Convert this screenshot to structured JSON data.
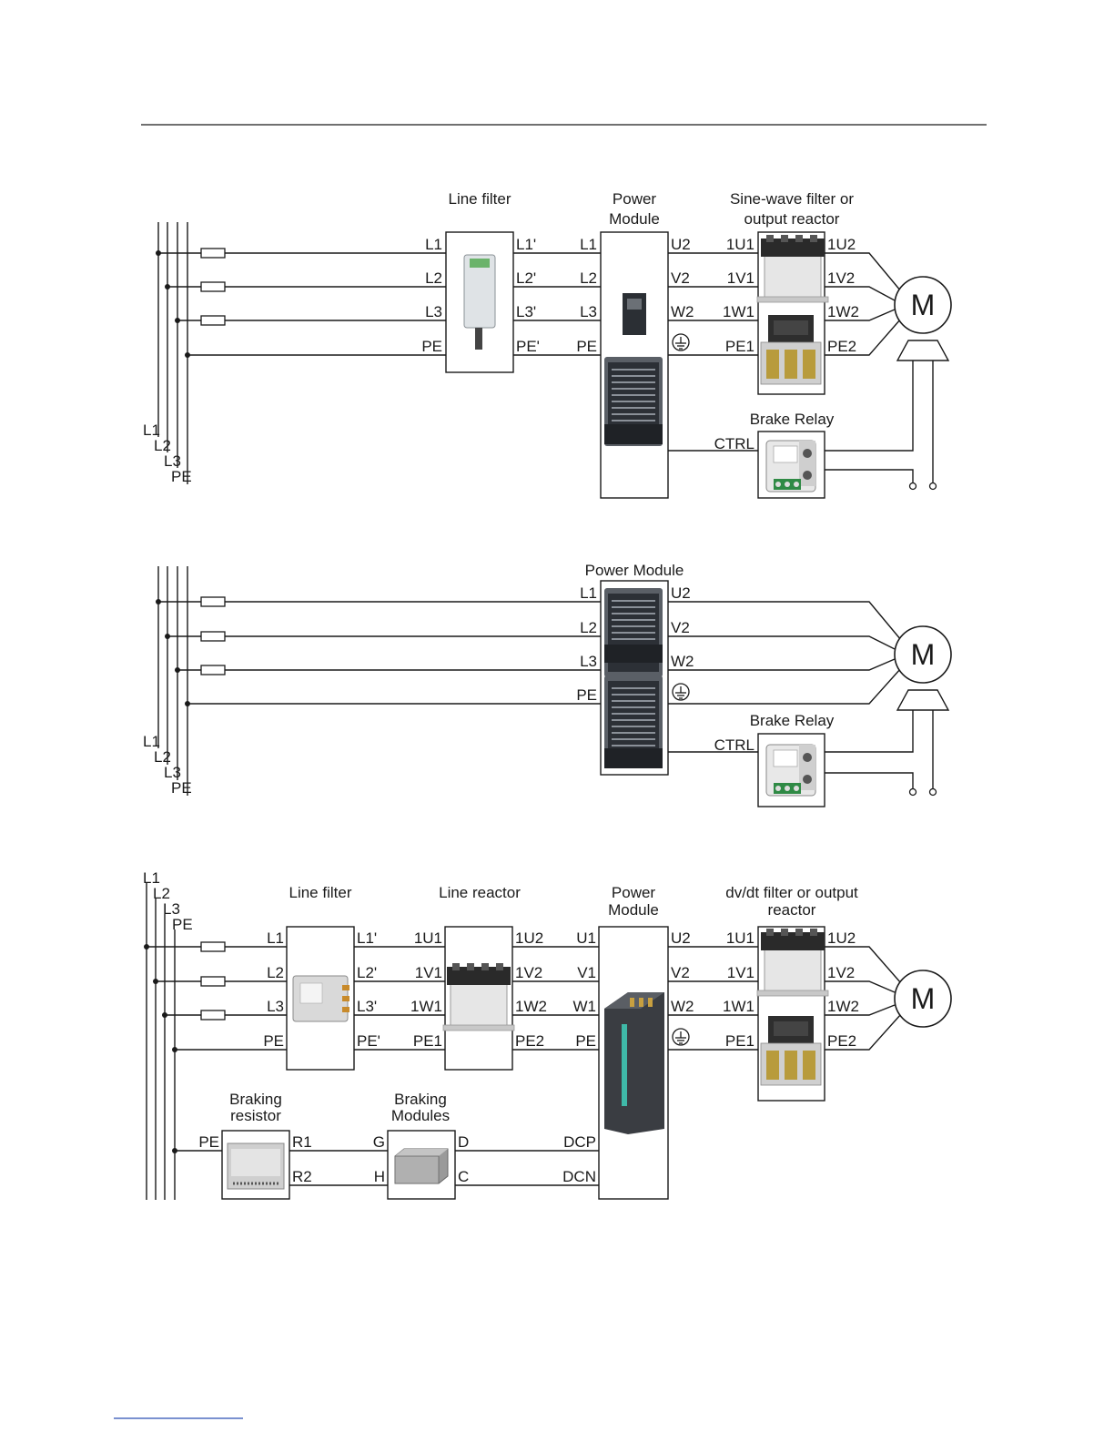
{
  "d1": {
    "line_filter": "Line filter",
    "pm_title": [
      "Power",
      "Module"
    ],
    "sine_title": [
      "Sine-wave filter or",
      "output reactor"
    ],
    "brake_relay": "Brake Relay",
    "lf_in": [
      "L1",
      "L2",
      "L3",
      "PE"
    ],
    "lf_out": [
      "L1'",
      "L2'",
      "L3'",
      "PE'"
    ],
    "pm_in": [
      "L1",
      "L2",
      "L3",
      "PE"
    ],
    "pm_out": [
      "U2",
      "V2",
      "W2"
    ],
    "sf_in": [
      "1U1",
      "1V1",
      "1W1",
      "PE1"
    ],
    "sf_out": [
      "1U2",
      "1V2",
      "1W2",
      "PE2"
    ],
    "ctrl": "CTRL",
    "motor": "M",
    "bus": [
      "L1",
      "L2",
      "L3",
      "PE"
    ]
  },
  "d2": {
    "pm_title": "Power Module",
    "brake_relay": "Brake Relay",
    "pm_in": [
      "L1",
      "L2",
      "L3",
      "PE"
    ],
    "pm_out": [
      "U2",
      "V2",
      "W2"
    ],
    "ctrl": "CTRL",
    "motor": "M",
    "bus": [
      "L1",
      "L2",
      "L3",
      "PE"
    ]
  },
  "d3": {
    "bus": [
      "L1",
      "L2",
      "L3",
      "PE"
    ],
    "line_filter": "Line filter",
    "line_reactor": "Line reactor",
    "pm_title": [
      "Power",
      "Module"
    ],
    "dvdt_title": [
      "dv/dt filter or output",
      "reactor"
    ],
    "lf_in": [
      "L1",
      "L2",
      "L3",
      "PE"
    ],
    "lf_out": [
      "L1'",
      "L2'",
      "L3'",
      "PE'"
    ],
    "lr_in": [
      "1U1",
      "1V1",
      "1W1",
      "PE1"
    ],
    "lr_out": [
      "1U2",
      "1V2",
      "1W2",
      "PE2"
    ],
    "pm_in": [
      "U1",
      "V1",
      "W1",
      "PE"
    ],
    "pm_out": [
      "U2",
      "V2",
      "W2"
    ],
    "df_in": [
      "1U1",
      "1V1",
      "1W1",
      "PE1"
    ],
    "df_out": [
      "1U2",
      "1V2",
      "1W2",
      "PE2"
    ],
    "motor": "M",
    "braking_resistor": [
      "Braking",
      "resistor"
    ],
    "braking_modules": [
      "Braking",
      "Modules"
    ],
    "br_pe": "PE",
    "br_out": [
      "R1",
      "R2"
    ],
    "bm_in": [
      "G",
      "H"
    ],
    "bm_out": [
      "D",
      "C"
    ],
    "dc": [
      "DCP",
      "DCN"
    ]
  }
}
